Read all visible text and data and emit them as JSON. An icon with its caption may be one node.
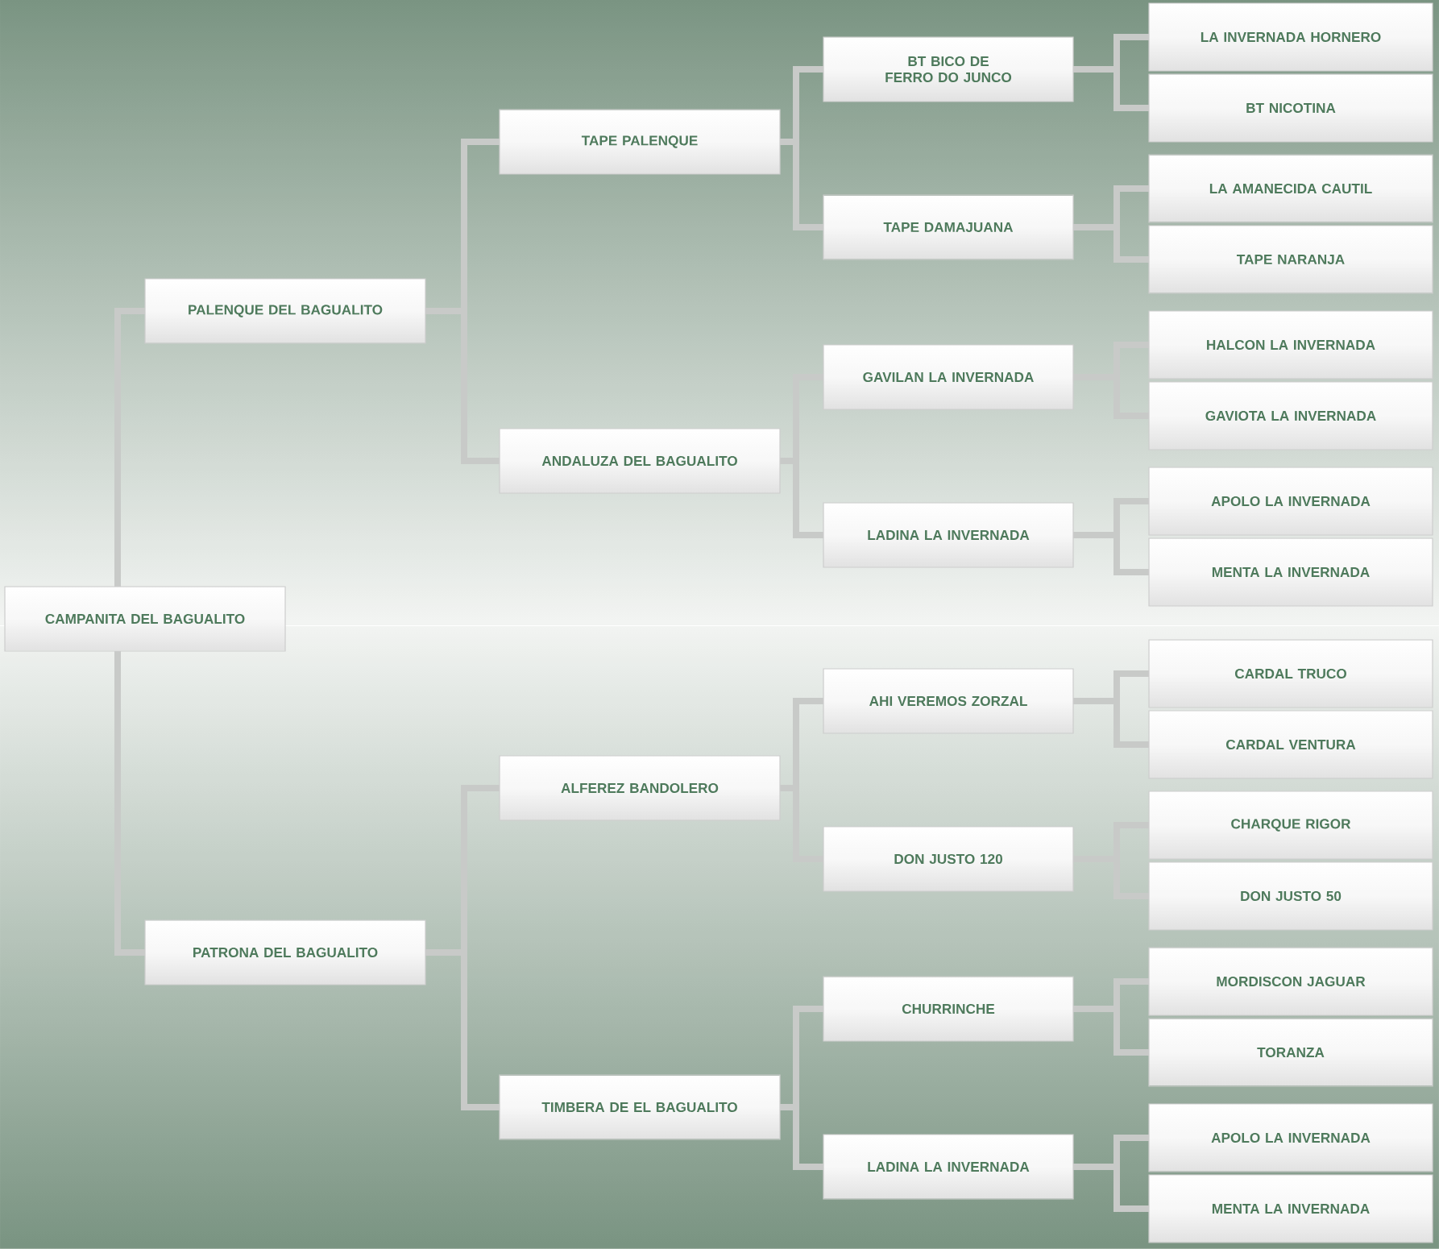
{
  "diagram": {
    "nodes": [
      {
        "text": [
          "CAMPANITA DEL BAGUALITO"
        ]
      },
      {
        "text": [
          "PALENQUE DEL BAGUALITO"
        ]
      },
      {
        "text": [
          "PATRONA DEL BAGUALITO"
        ]
      },
      {
        "text": [
          "TAPE PALENQUE"
        ]
      },
      {
        "text": [
          "ANDALUZA DEL BAGUALITO"
        ]
      },
      {
        "text": [
          "ALFEREZ BANDOLERO"
        ]
      },
      {
        "text": [
          "TIMBERA DE EL BAGUALITO"
        ]
      },
      {
        "text": [
          "BT BICO DE FERRO DO JUNCO"
        ]
      },
      {
        "text": [
          "TAPE DAMAJUANA"
        ]
      },
      {
        "text": [
          "GAVILAN LA INVERNADA"
        ]
      },
      {
        "text": [
          "LADINA LA INVERNADA"
        ]
      },
      {
        "text": [
          "AHI VEREMOS ZORZAL"
        ]
      },
      {
        "text": [
          "DON JUSTO 120"
        ]
      },
      {
        "text": [
          "CHURRINCHE"
        ]
      },
      {
        "text": [
          "LADINA LA INVERNADA"
        ]
      },
      {
        "text": [
          "LA INVERNADA HORNERO"
        ]
      },
      {
        "text": [
          "BT NICOTINA"
        ]
      },
      {
        "text": [
          "LA AMANECIDA CAUTIL"
        ]
      },
      {
        "text": [
          "TAPE NARANJA"
        ]
      },
      {
        "text": [
          "HALCON LA INVERNADA"
        ]
      },
      {
        "text": [
          "GAVIOTA LA INVERNADA"
        ]
      },
      {
        "text": [
          "APOLO LA INVERNADA"
        ]
      },
      {
        "text": [
          "MENTA LA INVERNADA"
        ]
      },
      {
        "text": [
          "CARDAL TRUCO"
        ]
      },
      {
        "text": [
          "CARDAL VENTURA"
        ]
      },
      {
        "text": [
          "CHARQUE RIGOR"
        ]
      },
      {
        "text": [
          "DON JUSTO 50"
        ]
      },
      {
        "text": [
          "MORDISCON JAGUAR"
        ]
      },
      {
        "text": [
          "TORANZA"
        ]
      },
      {
        "text": [
          "APOLO LA INVERNADA"
        ]
      },
      {
        "text": [
          "MENTA LA INVERNADA"
        ]
      }
    ],
    "edges": [
      {
        "from": 0,
        "to": 1,
        "arrow": "none"
      },
      {
        "from": 0,
        "to": 2,
        "arrow": "none"
      },
      {
        "from": 1,
        "to": 3,
        "arrow": "none"
      },
      {
        "from": 1,
        "to": 4,
        "arrow": "none"
      },
      {
        "from": 2,
        "to": 5,
        "arrow": "none"
      },
      {
        "from": 2,
        "to": 6,
        "arrow": "none"
      },
      {
        "from": 3,
        "to": 7,
        "arrow": "none"
      },
      {
        "from": 3,
        "to": 8,
        "arrow": "none"
      },
      {
        "from": 4,
        "to": 9,
        "arrow": "none"
      },
      {
        "from": 4,
        "to": 10,
        "arrow": "none"
      },
      {
        "from": 5,
        "to": 11,
        "arrow": "none"
      },
      {
        "from": 5,
        "to": 12,
        "arrow": "none"
      },
      {
        "from": 6,
        "to": 13,
        "arrow": "none"
      },
      {
        "from": 6,
        "to": 14,
        "arrow": "none"
      },
      {
        "from": 7,
        "to": 15,
        "arrow": "none"
      },
      {
        "from": 7,
        "to": 16,
        "arrow": "none"
      },
      {
        "from": 8,
        "to": 17,
        "arrow": "none"
      },
      {
        "from": 8,
        "to": 18,
        "arrow": "none"
      },
      {
        "from": 9,
        "to": 19,
        "arrow": "none"
      },
      {
        "from": 9,
        "to": 20,
        "arrow": "none"
      },
      {
        "from": 10,
        "to": 21,
        "arrow": "none"
      },
      {
        "from": 10,
        "to": 22,
        "arrow": "none"
      },
      {
        "from": 11,
        "to": 23,
        "arrow": "none"
      },
      {
        "from": 11,
        "to": 24,
        "arrow": "none"
      },
      {
        "from": 12,
        "to": 25,
        "arrow": "none"
      },
      {
        "from": 12,
        "to": 26,
        "arrow": "none"
      },
      {
        "from": 13,
        "to": 27,
        "arrow": "none"
      },
      {
        "from": 13,
        "to": 28,
        "arrow": "none"
      },
      {
        "from": 14,
        "to": 29,
        "arrow": "none"
      },
      {
        "from": 14,
        "to": 30,
        "arrow": "none"
      }
    ]
  }
}
